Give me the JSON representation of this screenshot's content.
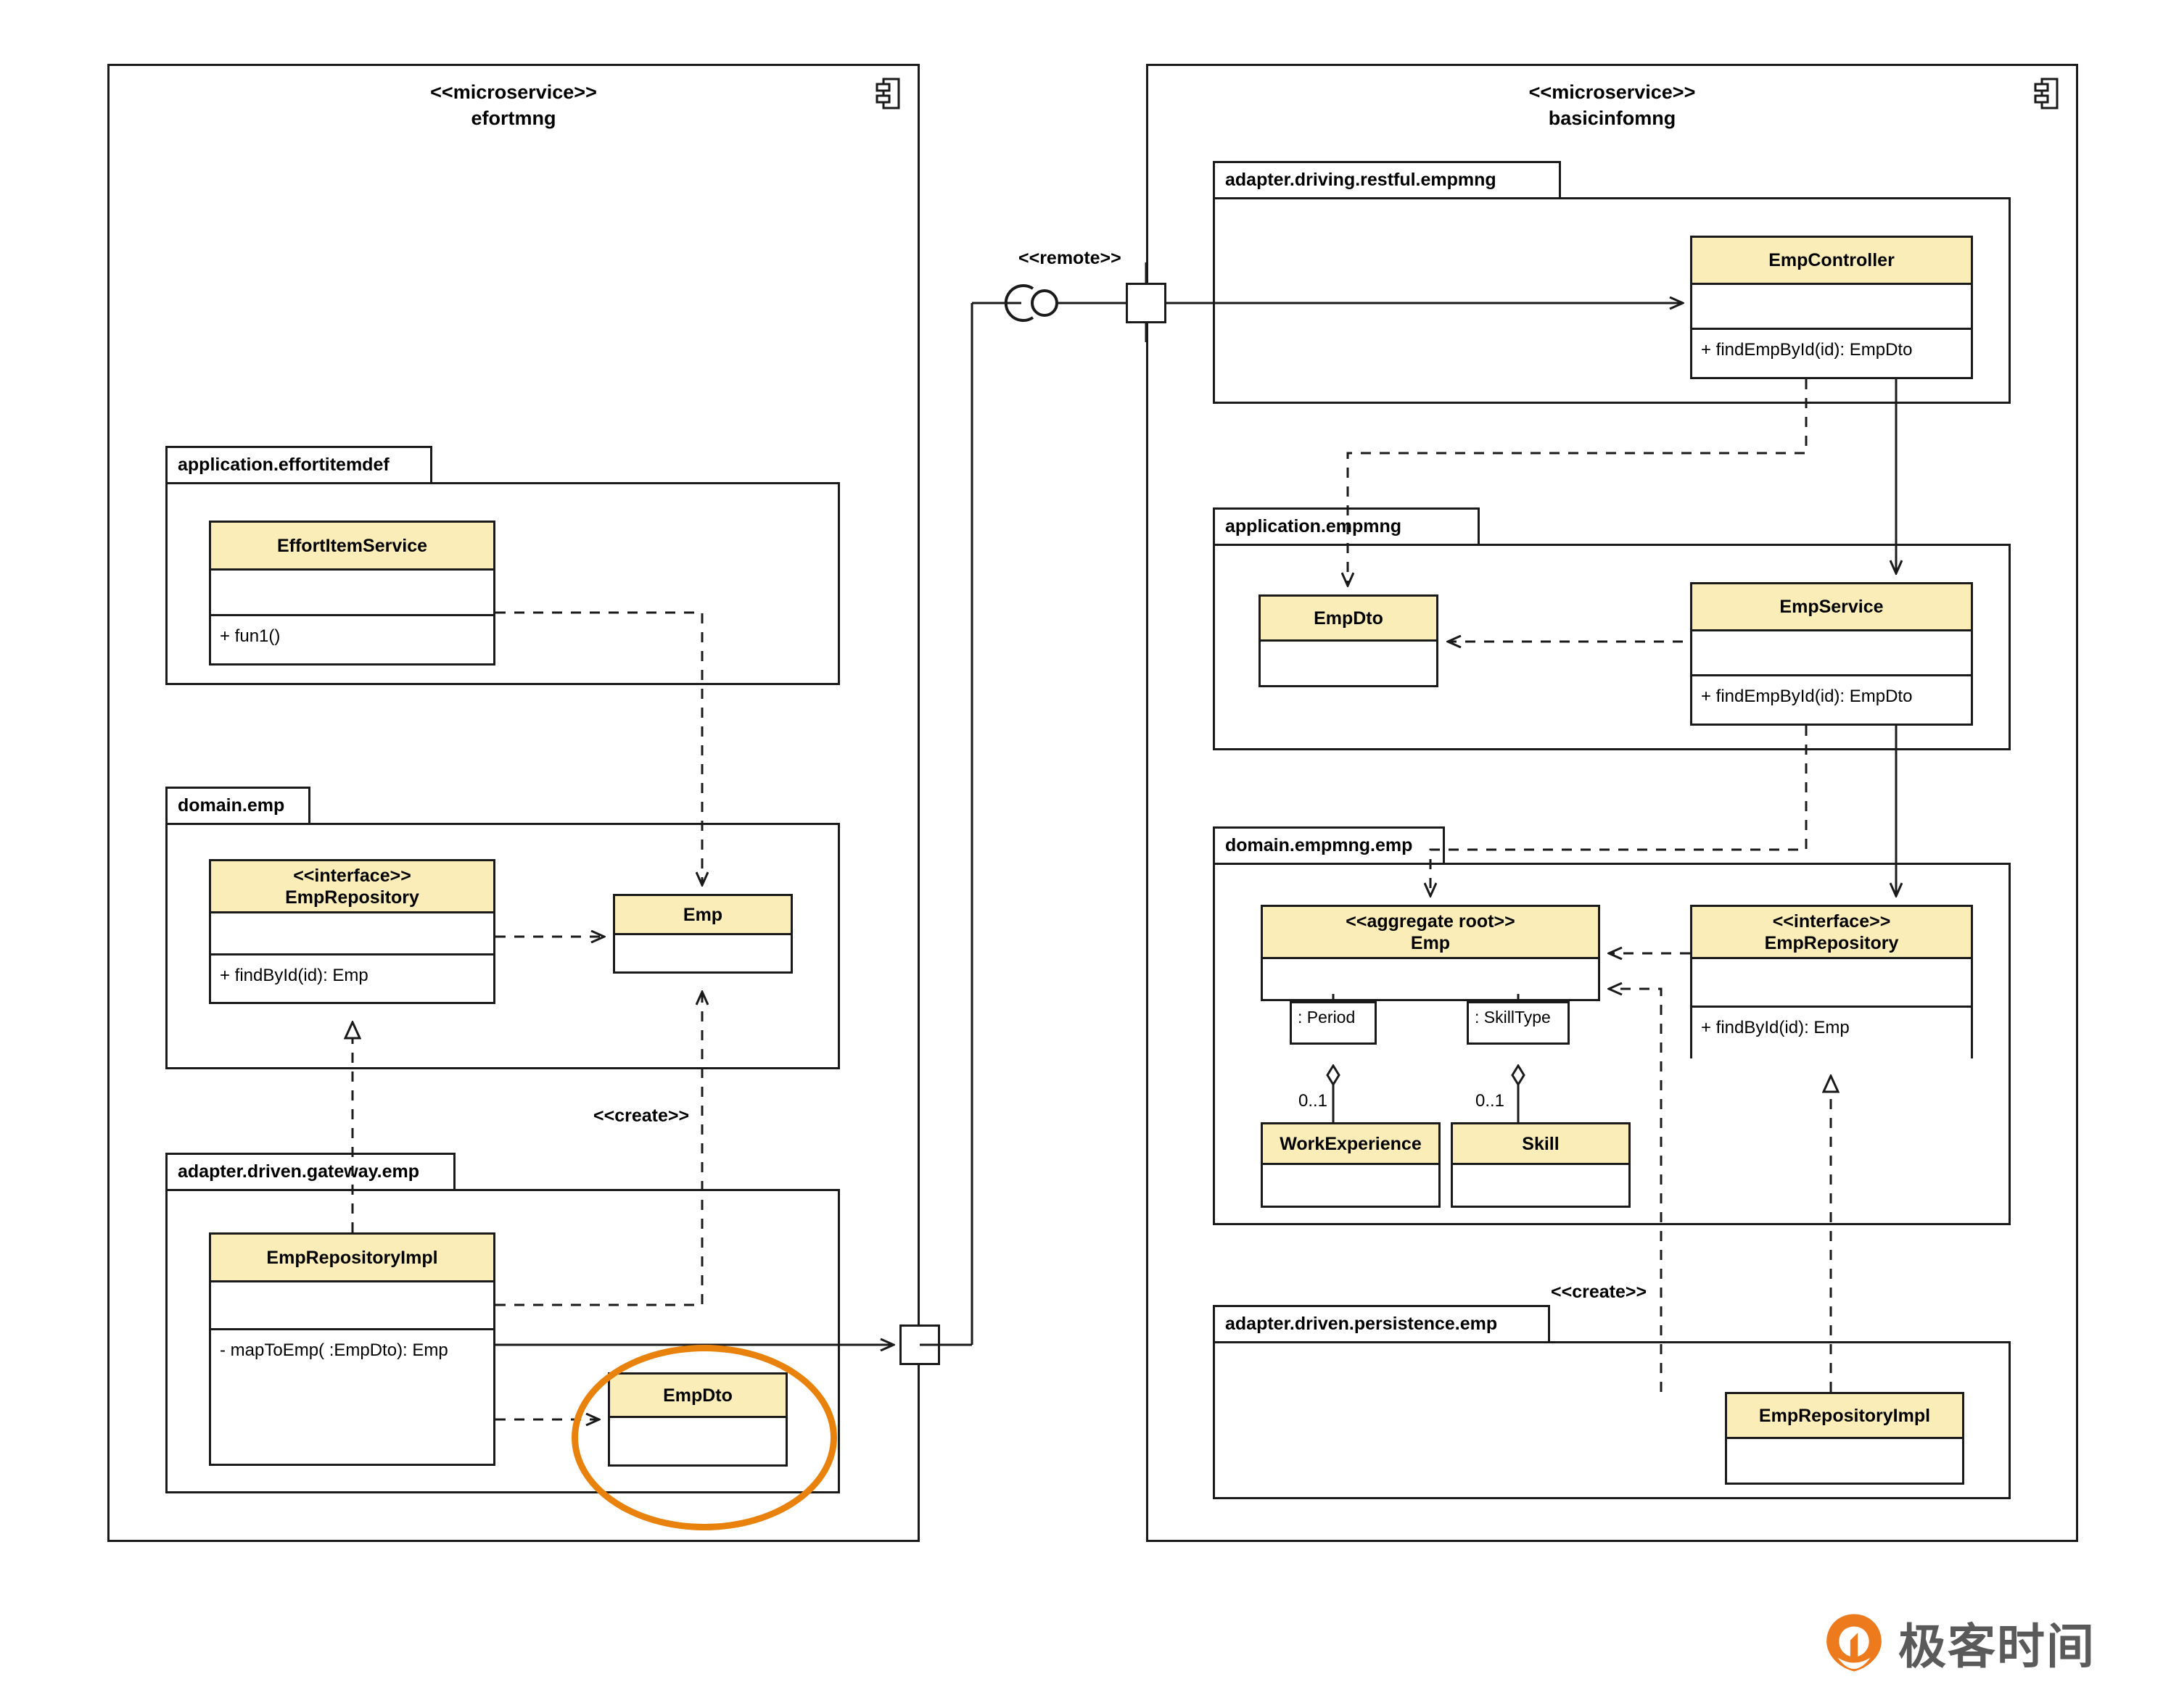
{
  "diagram": {
    "type": "uml-component-class-diagram",
    "stereotypes": {
      "microservice": "<<microservice>>",
      "interface": "<<interface>>",
      "aggregate_root": "<<aggregate root>>",
      "create": "<<create>>",
      "remote": "<<remote>>"
    }
  },
  "left_service": {
    "stereotype": "<<microservice>>",
    "name": "efortmng",
    "icon": "component-icon",
    "packages": [
      {
        "name": "application.effortitemdef",
        "classes": [
          {
            "name": "EffortItemService",
            "stereotype": "",
            "attributes": [],
            "operations": [
              "+ fun1()"
            ]
          }
        ]
      },
      {
        "name": "domain.emp",
        "classes": [
          {
            "name": "EmpRepository",
            "stereotype": "<<interface>>",
            "attributes": [],
            "operations": [
              "+ findById(id): Emp"
            ]
          },
          {
            "name": "Emp",
            "stereotype": "",
            "attributes": [],
            "operations": []
          }
        ]
      },
      {
        "name": "adapter.driven.gateway.emp",
        "classes": [
          {
            "name": "EmpRepositoryImpl",
            "stereotype": "",
            "attributes": [],
            "operations": [
              "- mapToEmp( :EmpDto): Emp"
            ]
          },
          {
            "name": "EmpDto",
            "stereotype": "",
            "attributes": [],
            "operations": [],
            "highlighted": true
          }
        ]
      }
    ],
    "labels": {
      "create": "<<create>>"
    }
  },
  "right_service": {
    "stereotype": "<<microservice>>",
    "name": "basicinfomng",
    "icon": "component-icon",
    "packages": [
      {
        "name": "adapter.driving.restful.empmng",
        "classes": [
          {
            "name": "EmpController",
            "stereotype": "",
            "attributes": [],
            "operations": [
              "+ findEmpById(id): EmpDto"
            ]
          }
        ]
      },
      {
        "name": "application.empmng",
        "classes": [
          {
            "name": "EmpDto",
            "stereotype": "",
            "attributes": [],
            "operations": []
          },
          {
            "name": "EmpService",
            "stereotype": "",
            "attributes": [],
            "operations": [
              "+ findEmpById(id): EmpDto"
            ]
          }
        ]
      },
      {
        "name": "domain.empmng.emp",
        "classes": [
          {
            "name": "Emp",
            "stereotype": "<<aggregate root>>",
            "attributes": [],
            "operations": []
          },
          {
            "name": "EmpRepository",
            "stereotype": "<<interface>>",
            "attributes": [],
            "operations": [
              "+ findById(id): Emp"
            ]
          },
          {
            "name": "WorkExperience",
            "stereotype": "",
            "attributes": [],
            "operations": []
          },
          {
            "name": "Skill",
            "stereotype": "",
            "attributes": [],
            "operations": []
          }
        ],
        "roles": [
          {
            "label": ": Period",
            "multiplicity": "0..1",
            "target": "WorkExperience"
          },
          {
            "label": ": SkillType",
            "multiplicity": "0..1",
            "target": "Skill"
          }
        ]
      },
      {
        "name": "adapter.driven.persistence.emp",
        "classes": [
          {
            "name": "EmpRepositoryImpl",
            "stereotype": "",
            "attributes": [],
            "operations": []
          }
        ]
      }
    ],
    "labels": {
      "create": "<<create>>"
    }
  },
  "connector": {
    "stereotype": "<<remote>>",
    "kind": "ball-and-socket-assembly"
  },
  "watermark": {
    "text": "极客时间",
    "color": "#e8701a"
  },
  "colors": {
    "class_header": "#fbedb7",
    "stroke": "#1a1a1a",
    "highlight": "#e8820c",
    "background": "#ffffff"
  }
}
